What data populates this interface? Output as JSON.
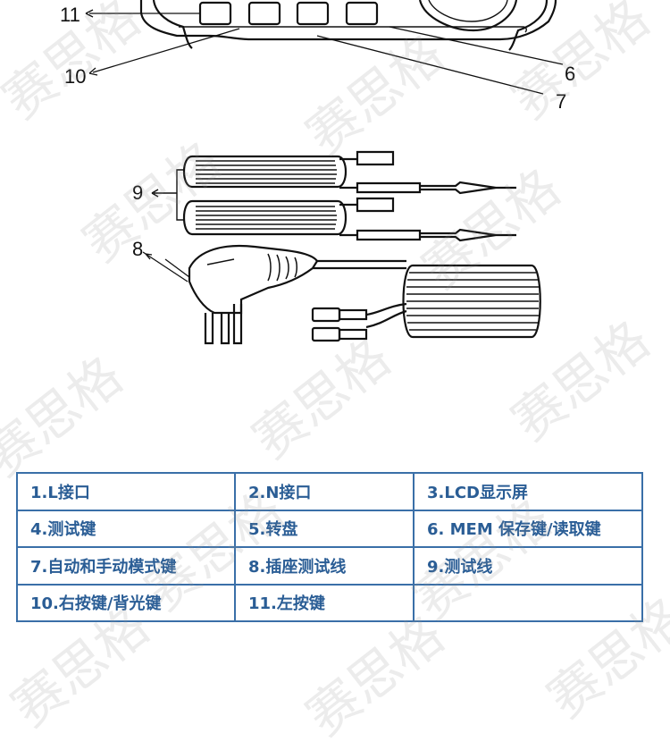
{
  "callouts": {
    "c11": "11",
    "c10": "10",
    "c6": "6",
    "c7": "7",
    "c9": "9",
    "c8": "8"
  },
  "legend": {
    "rows": [
      [
        "1.L接口",
        "2.N接口",
        "3.LCD显示屏"
      ],
      [
        "4.测试键",
        "5.转盘",
        "6. MEM 保存键/读取键"
      ],
      [
        "7.自动和手动模式键",
        "8.插座测试线",
        "9.测试线"
      ],
      [
        "10.右按键/背光键",
        "11.左按键",
        ""
      ]
    ]
  },
  "watermark": "赛思格",
  "colors": {
    "table_border": "#3a6fa8",
    "table_text": "#2a5d95"
  }
}
